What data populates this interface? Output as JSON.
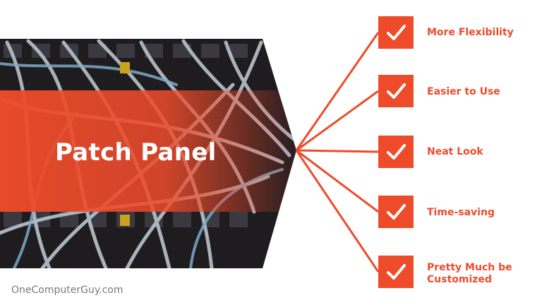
{
  "title": "Patch Panel",
  "benefits": [
    {
      "label": "More Flexibility"
    },
    {
      "label": "Easier to Use"
    },
    {
      "label": "Neat Look"
    },
    {
      "label": "Time-saving"
    },
    {
      "label": "Pretty Much be Customized"
    }
  ],
  "footer": "OneComputerGuy.com",
  "colors": {
    "accent": "#ee4b2b",
    "banner_dark": "#1f1c20",
    "footer_text": "#7a7a7a"
  },
  "icons": {
    "badge": "checkmark-icon"
  }
}
